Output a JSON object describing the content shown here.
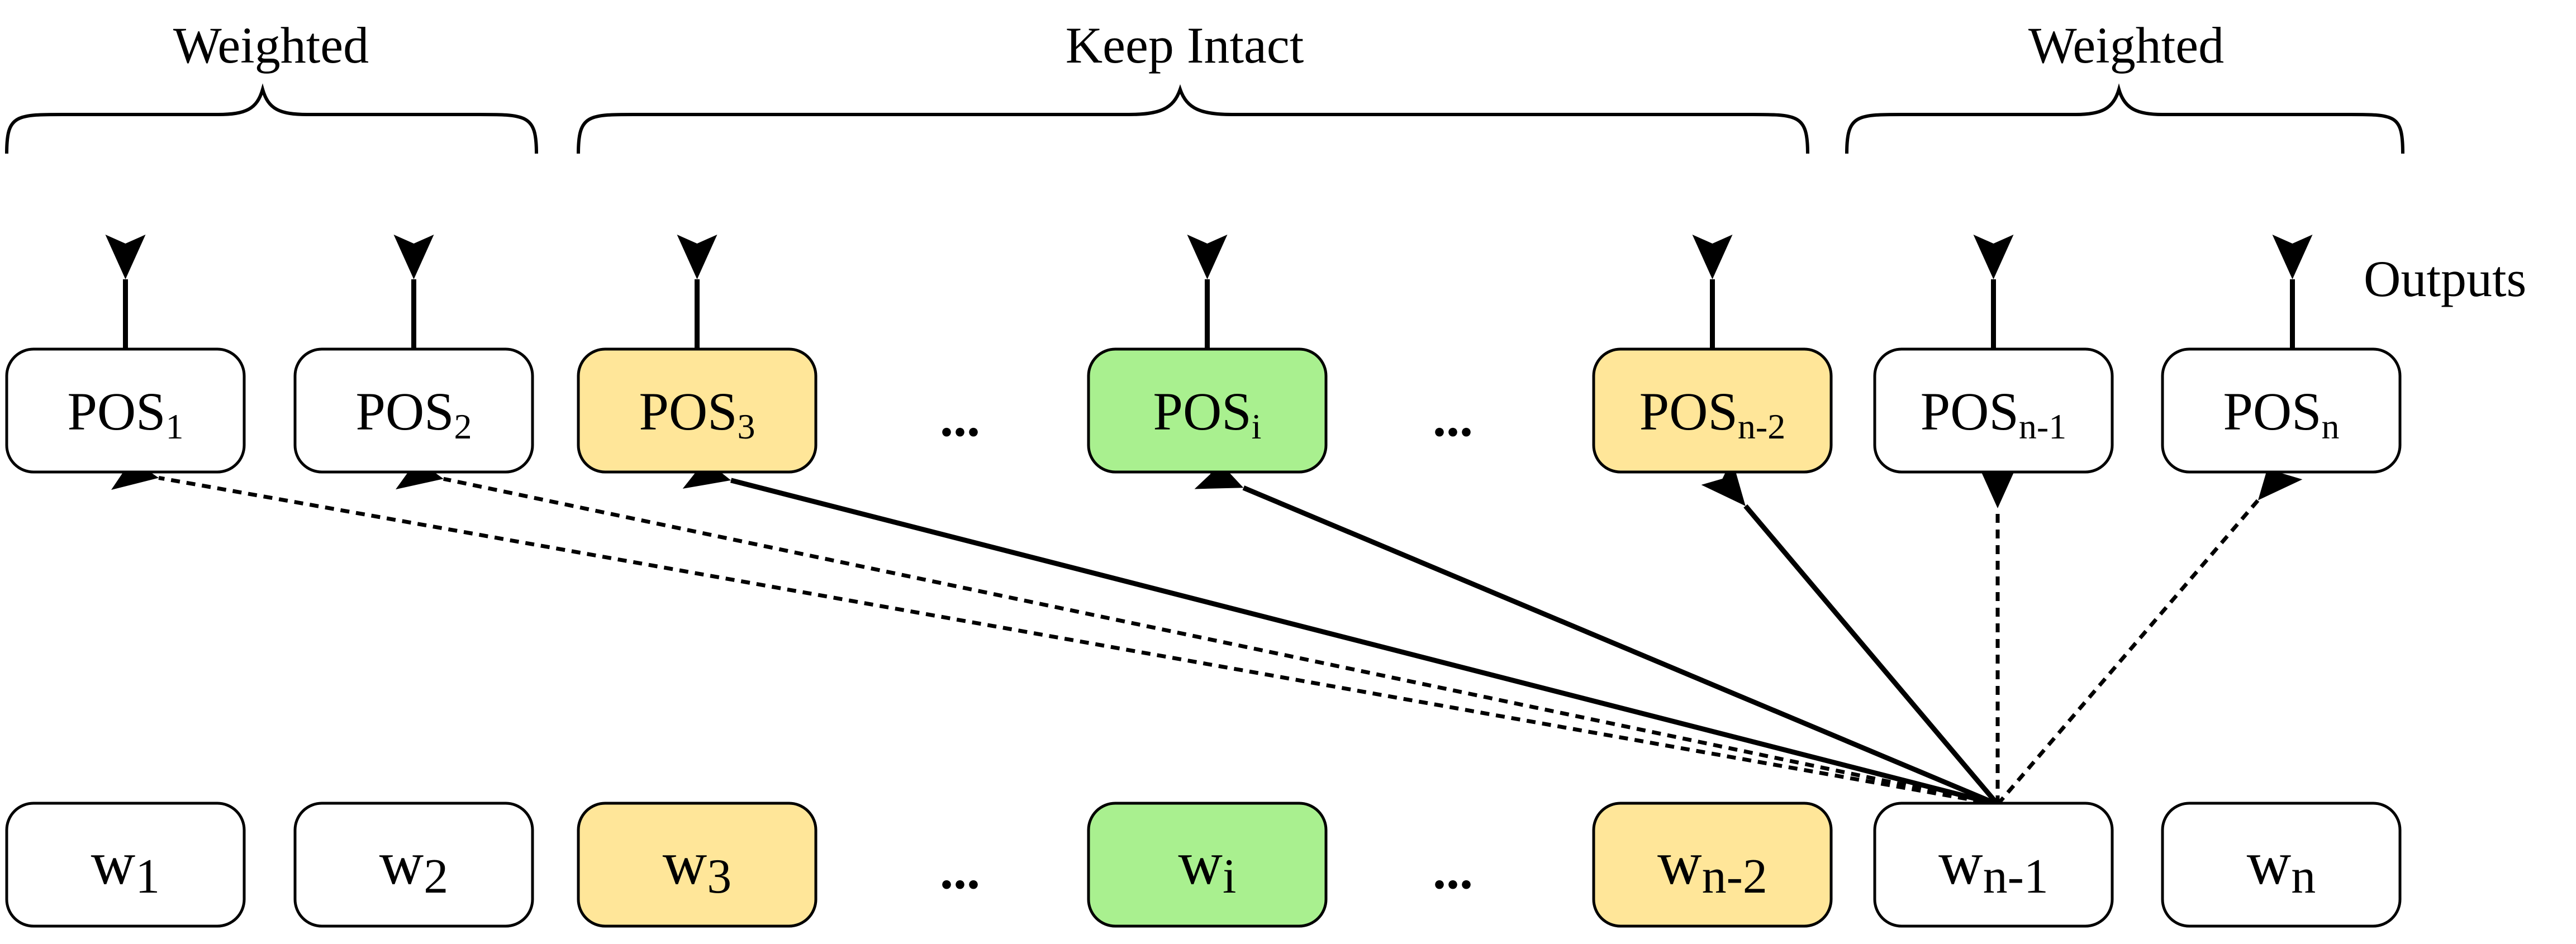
{
  "groups": [
    {
      "label": "Weighted"
    },
    {
      "label": "Keep Intact"
    },
    {
      "label": "Weighted"
    }
  ],
  "outputs_label": "Outputs",
  "pos_nodes": [
    {
      "base": "POS",
      "sub": "1",
      "fill": "#ffffff"
    },
    {
      "base": "POS",
      "sub": "2",
      "fill": "#ffffff"
    },
    {
      "base": "POS",
      "sub": "3",
      "fill": "#ffe699"
    },
    {
      "base": "POS",
      "sub": "i",
      "fill": "#a9f08f"
    },
    {
      "base": "POS",
      "sub": "n-2",
      "fill": "#ffe699"
    },
    {
      "base": "POS",
      "sub": "n-1",
      "fill": "#ffffff"
    },
    {
      "base": "POS",
      "sub": "n",
      "fill": "#ffffff"
    }
  ],
  "word_nodes": [
    {
      "base": "w",
      "sub": "1",
      "fill": "#ffffff"
    },
    {
      "base": "w",
      "sub": "2",
      "fill": "#ffffff"
    },
    {
      "base": "w",
      "sub": "3",
      "fill": "#ffe699"
    },
    {
      "base": "w",
      "sub": "i",
      "fill": "#a9f08f"
    },
    {
      "base": "w",
      "sub": "n-2",
      "fill": "#ffe699"
    },
    {
      "base": "w",
      "sub": "n-1",
      "fill": "#ffffff"
    },
    {
      "base": "w",
      "sub": "n",
      "fill": "#ffffff"
    }
  ],
  "ellipsis": "...",
  "edges": [
    {
      "from": "w_n-1",
      "to": "POS_1",
      "style": "dashed"
    },
    {
      "from": "w_n-1",
      "to": "POS_2",
      "style": "dashed"
    },
    {
      "from": "w_n-1",
      "to": "POS_3",
      "style": "solid"
    },
    {
      "from": "w_n-1",
      "to": "POS_i",
      "style": "solid"
    },
    {
      "from": "w_n-1",
      "to": "POS_n-2",
      "style": "solid"
    },
    {
      "from": "w_n-1",
      "to": "POS_n-1",
      "style": "dashed"
    },
    {
      "from": "w_n-1",
      "to": "POS_n",
      "style": "dashed"
    }
  ]
}
